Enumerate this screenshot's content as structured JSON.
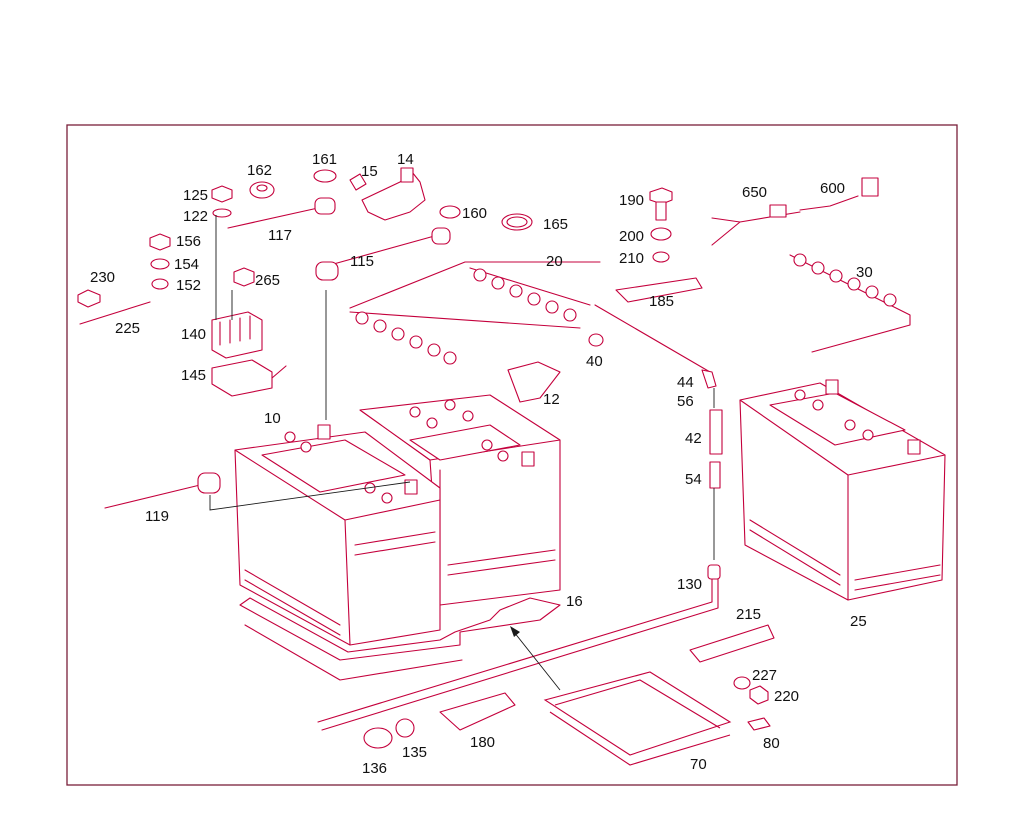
{
  "labels": {
    "p10": "10",
    "p12": "12",
    "p14": "14",
    "p15": "15",
    "p16": "16",
    "p20": "20",
    "p25": "25",
    "p30": "30",
    "p40": "40",
    "p42": "42",
    "p44": "44",
    "p54": "54",
    "p56": "56",
    "p70": "70",
    "p80": "80",
    "p115": "115",
    "p117": "117",
    "p119": "119",
    "p122": "122",
    "p125": "125",
    "p130": "130",
    "p135": "135",
    "p136": "136",
    "p140": "140",
    "p145": "145",
    "p152": "152",
    "p154": "154",
    "p156": "156",
    "p160": "160",
    "p161": "161",
    "p162": "162",
    "p165": "165",
    "p180": "180",
    "p185": "185",
    "p190": "190",
    "p200": "200",
    "p210": "210",
    "p215": "215",
    "p220": "220",
    "p225": "225",
    "p227": "227",
    "p230": "230",
    "p265": "265",
    "p600": "600",
    "p650": "650"
  },
  "colors": {
    "line": "#c4003c",
    "frame": "#7a1f3a",
    "text": "#111111"
  }
}
